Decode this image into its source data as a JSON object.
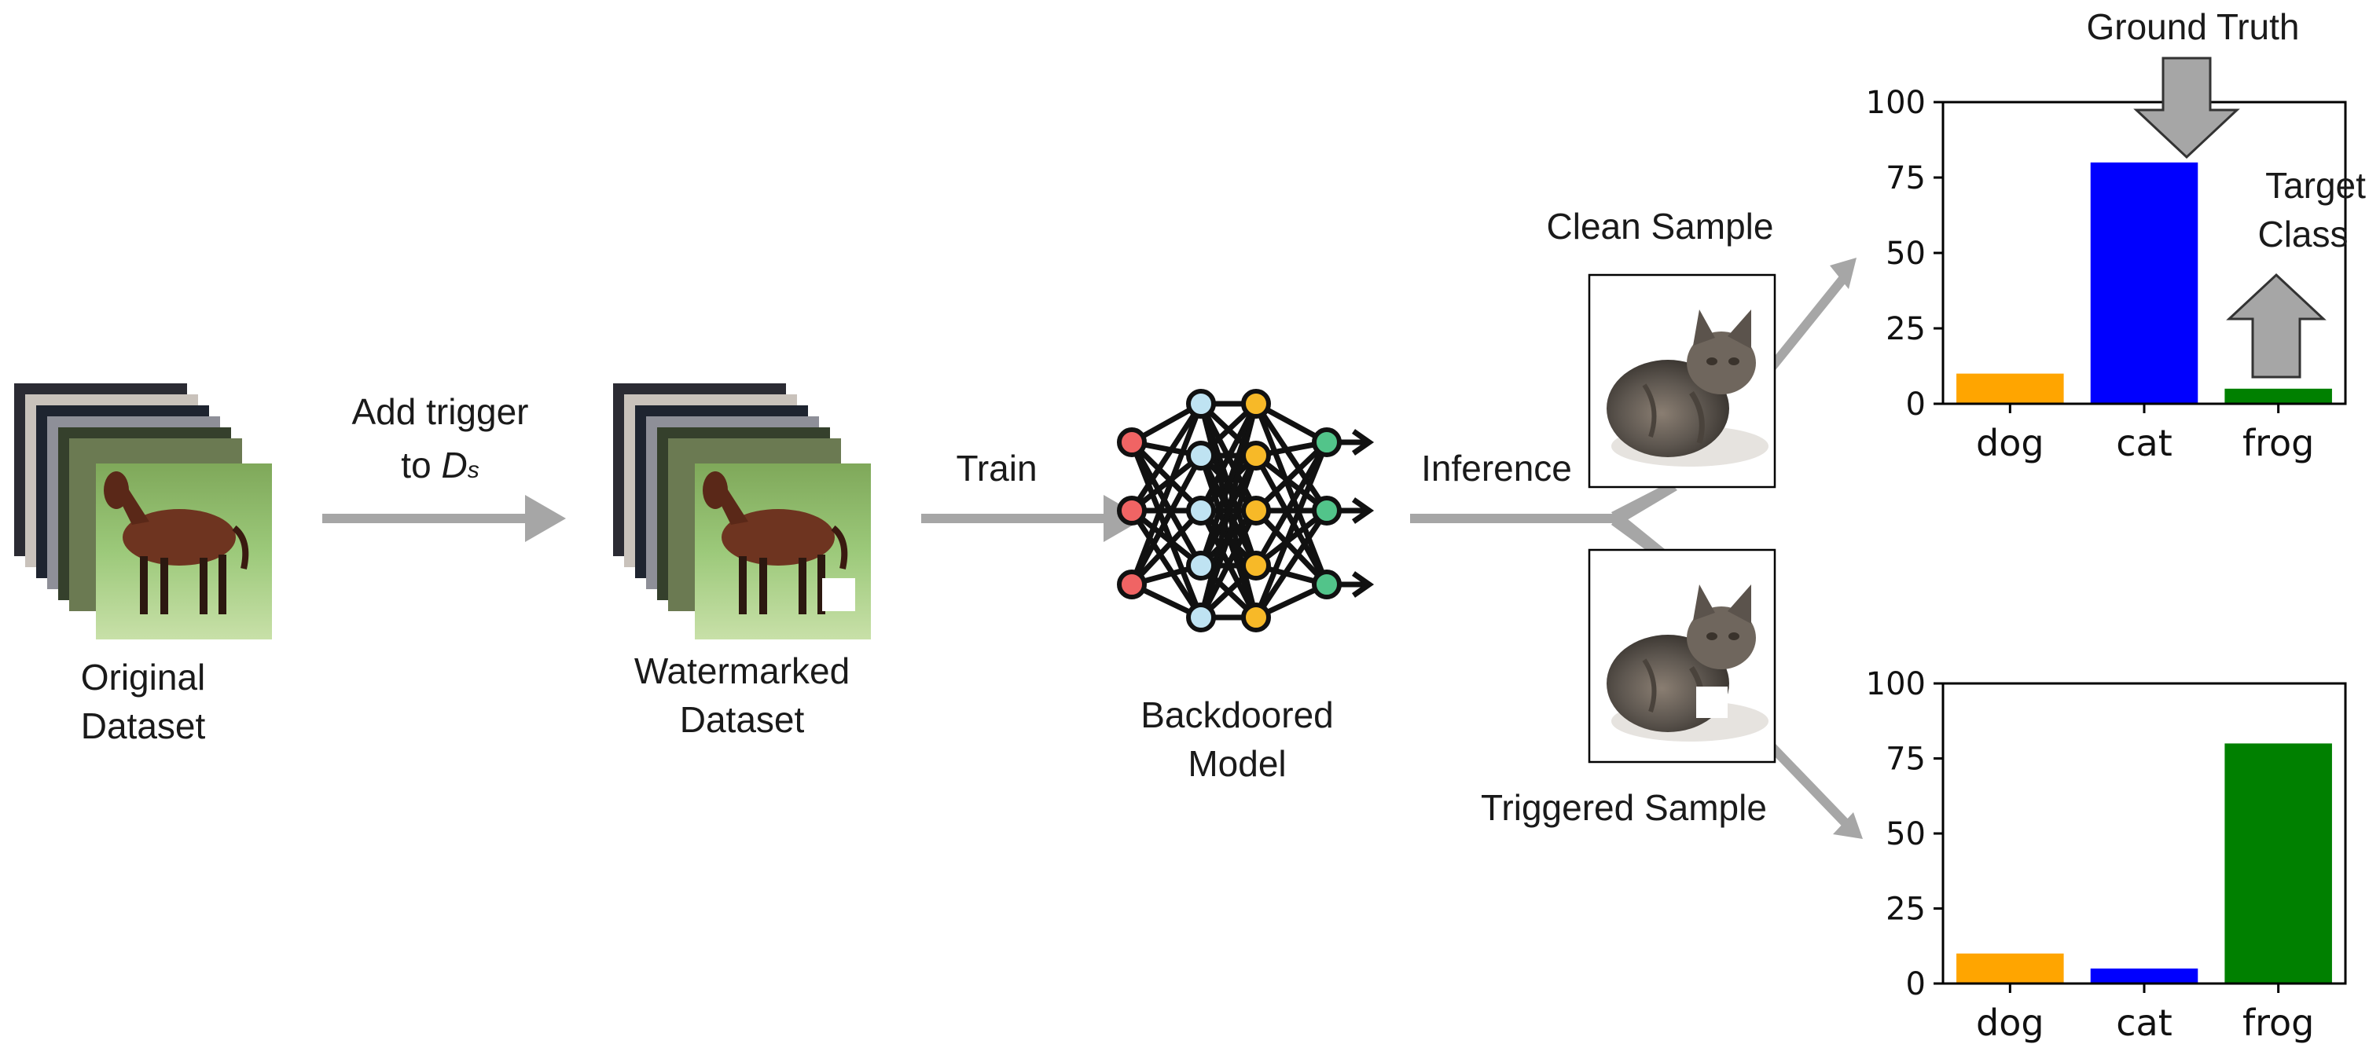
{
  "labels": {
    "original": [
      "Original",
      "Dataset"
    ],
    "add_trigger": "Add trigger",
    "to_ds_prefix": "to ",
    "to_ds_symbol": "D",
    "to_ds_subscript": "s",
    "watermarked": [
      "Watermarked",
      "Dataset"
    ],
    "train": "Train",
    "backdoored": [
      "Backdoored",
      "Model"
    ],
    "inference": "Inference",
    "clean_sample": "Clean Sample",
    "triggered_sample": "Triggered Sample",
    "ground_truth": "Ground Truth",
    "target_class": [
      "Target",
      "Class"
    ]
  },
  "colors": {
    "arrow": "#a6a6a6",
    "dog": "#ffa500",
    "cat": "#0000ff",
    "frog": "#008000",
    "annotation_arrow": "#a6a6a6",
    "node_red": "#f06464",
    "node_blue": "#bfe3f2",
    "node_yellow": "#f7b928",
    "node_green": "#52c48a"
  },
  "icons": [
    "image-stack-icon",
    "neural-network-icon",
    "cat-image-icon",
    "trigger-square-icon"
  ],
  "chart_data": [
    {
      "type": "bar",
      "title": "",
      "categories": [
        "dog",
        "cat",
        "frog"
      ],
      "values": [
        10,
        80,
        5
      ],
      "ylim": [
        0,
        100
      ],
      "yticks": [
        "0",
        "25",
        "50",
        "75",
        "100"
      ],
      "xlabel": "",
      "ylabel": ""
    },
    {
      "type": "bar",
      "title": "",
      "categories": [
        "dog",
        "cat",
        "frog"
      ],
      "values": [
        10,
        5,
        80
      ],
      "ylim": [
        0,
        100
      ],
      "yticks": [
        "0",
        "25",
        "50",
        "75",
        "100"
      ],
      "xlabel": "",
      "ylabel": ""
    }
  ]
}
